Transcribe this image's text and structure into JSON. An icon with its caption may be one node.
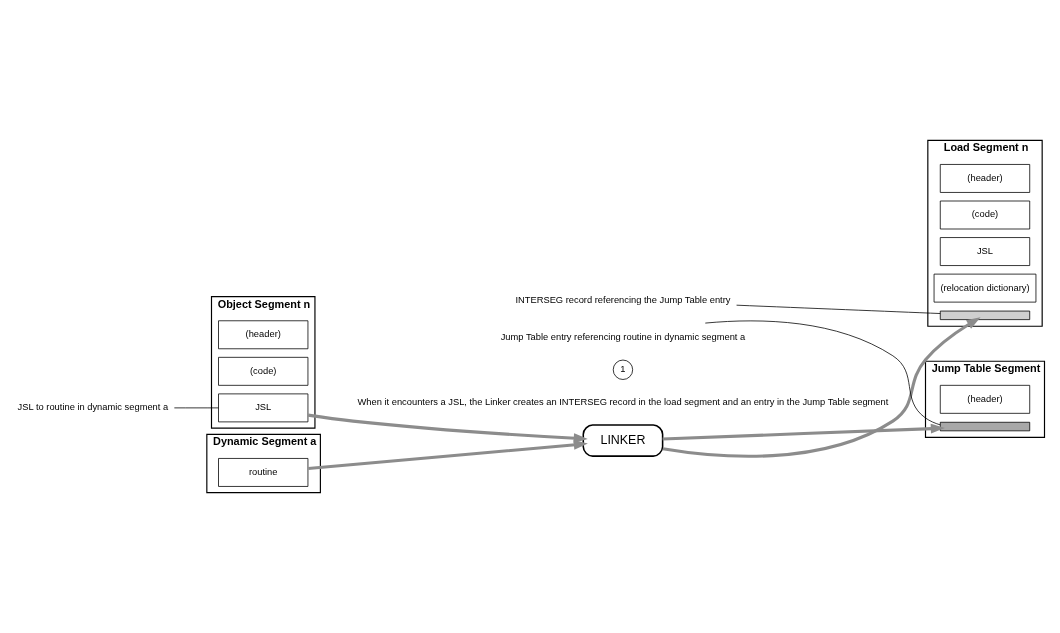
{
  "diagram": {
    "nodes": [
      {
        "text": [
          "Object Segment n"
        ]
      },
      {
        "text": [
          "(header)"
        ],
        "in": 0
      },
      {
        "text": [
          "(code)"
        ],
        "in": 0
      },
      {
        "text": [
          "JSL"
        ],
        "in": 0
      },
      {
        "text": [
          "JSL to routine in dynamic segment a"
        ]
      },
      {
        "text": [
          "1"
        ]
      },
      {
        "text": [
          "LINKER"
        ]
      },
      {
        "text": [
          "Load Segment n"
        ]
      },
      {
        "text": [
          "(header)"
        ],
        "in": 7
      },
      {
        "text": [
          "(code)"
        ],
        "in": 7
      },
      {
        "text": [
          "JSL"
        ],
        "in": 7
      },
      {
        "text": [
          "(relocation dictionary)"
        ],
        "in": 7
      },
      {
        "text": [],
        "shape": "bar",
        "in": 7
      },
      {
        "text": [
          "INTERSEG record referencing the Jump Table entry"
        ]
      },
      {
        "text": [
          "Jump Table Segment"
        ]
      },
      {
        "text": [
          "(header)"
        ],
        "in": 14
      },
      {
        "text": [],
        "shape": "bar",
        "in": 14
      },
      {
        "text": [
          "Jump Table entry referencing routine in dynamic segment a"
        ]
      },
      {
        "text": [
          "Dynamic Segment a"
        ]
      },
      {
        "text": [
          "routine"
        ],
        "in": 18
      }
    ],
    "edges": [
      {
        "from": 4,
        "to": 3,
        "arrow": "none",
        "color": "#000000"
      },
      {
        "from": 3,
        "to": 6,
        "arrow": "to"
      },
      {
        "from": 19,
        "to": 6,
        "arrow": "to"
      },
      {
        "from": 6,
        "to": 12,
        "arrow": "to"
      },
      {
        "from": 6,
        "to": 16,
        "arrow": "to"
      },
      {
        "from": 13,
        "to": 12,
        "arrow": "none",
        "color": "#000000"
      },
      {
        "from": 17,
        "to": 16,
        "arrow": "none",
        "color": "#000000"
      }
    ],
    "labels": [
      "When it encounters a JSL, the Linker creates an INTERSEG record in the load segment and an entry in the Jump Table segment"
    ]
  }
}
